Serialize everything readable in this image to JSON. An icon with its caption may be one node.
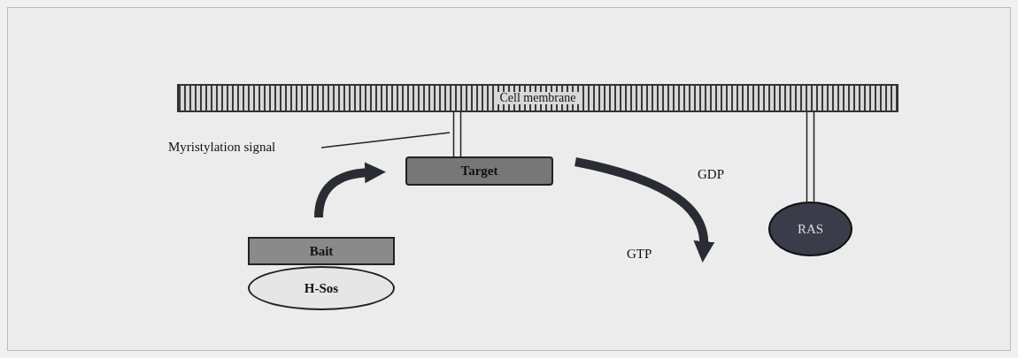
{
  "diagram": {
    "nodes": [
      {
        "text": [
          "Cell membrane"
        ]
      },
      {
        "text": [
          "Myristylation signal"
        ]
      },
      {
        "text": [
          "Target"
        ]
      },
      {
        "text": [
          "Bait"
        ]
      },
      {
        "text": [
          "H-Sos"
        ]
      },
      {
        "text": [
          "RAS"
        ]
      }
    ],
    "edges": [
      {
        "from": 2,
        "to": 0,
        "arrow": "none"
      },
      {
        "from": 5,
        "to": 0,
        "arrow": "none"
      },
      {
        "from": 1,
        "to": null,
        "arrow": "none"
      },
      {
        "from": 3,
        "to": 2,
        "arrow": "to",
        "style": "thick"
      },
      {
        "from": 2,
        "to": null,
        "arrow": "to",
        "style": "thick"
      }
    ],
    "labels": [
      "GDP",
      "GTP"
    ]
  }
}
